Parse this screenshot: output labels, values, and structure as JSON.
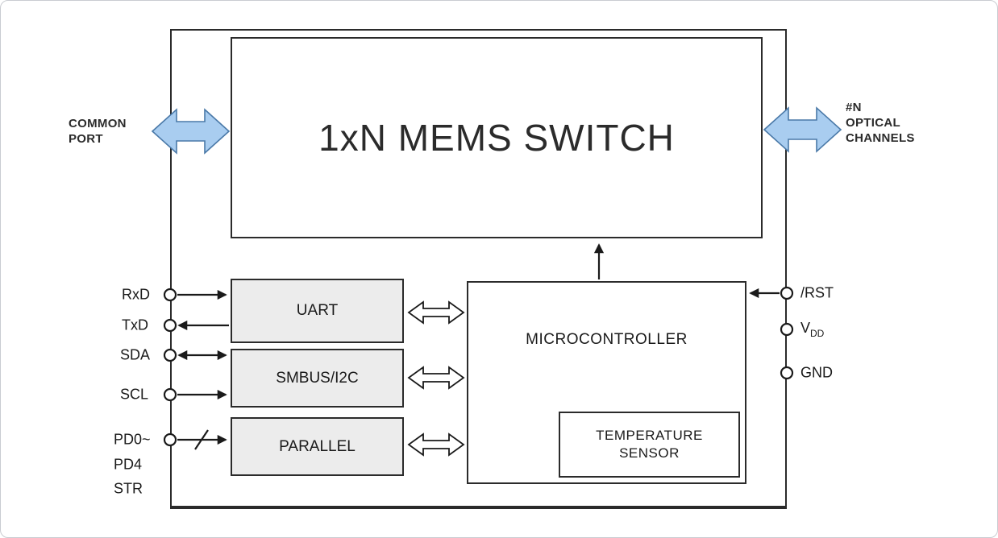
{
  "blocks": {
    "mems_switch": "1xN MEMS SWITCH",
    "uart": "UART",
    "smbus": "SMBUS/I2C",
    "parallel": "PARALLEL",
    "microcontroller": "MICROCONTROLLER",
    "temperature_sensor_line1": "TEMPERATURE",
    "temperature_sensor_line2": "SENSOR"
  },
  "ports": {
    "common_line1": "COMMON",
    "common_line2": "PORT",
    "optical_line1": "#N",
    "optical_line2": "OPTICAL",
    "optical_line3": "CHANNELS"
  },
  "left_pins": {
    "rxd": "RxD",
    "txd": "TxD",
    "sda": "SDA",
    "scl": "SCL",
    "pd0": "PD0~",
    "pd4": "PD4",
    "str": "STR"
  },
  "right_pins": {
    "rst": "/RST",
    "vdd_main": "V",
    "vdd_sub": "DD",
    "gnd": "GND"
  },
  "colors": {
    "port_arrow_fill": "#a9cdf0",
    "port_arrow_border": "#4a79a8",
    "interface_box_fill": "#ececec",
    "line_color": "#1a1a1a"
  }
}
